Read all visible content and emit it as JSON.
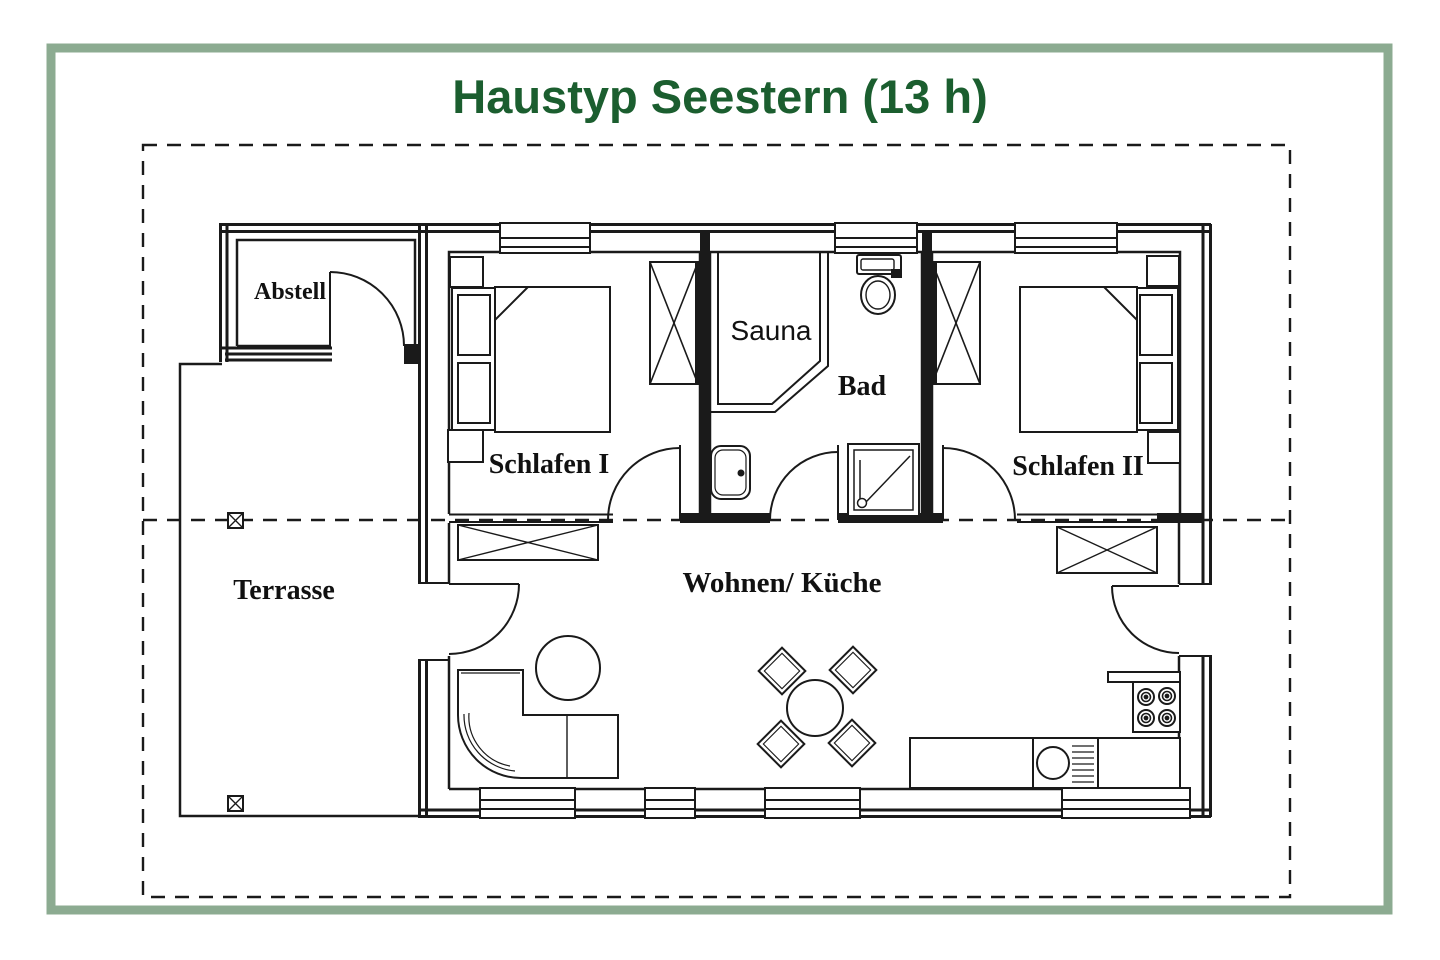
{
  "title": "Haustyp Seestern (13 h)",
  "labels": {
    "abstell": "Abstell",
    "schlafen1": "Schlafen I",
    "sauna": "Sauna",
    "bad": "Bad",
    "schlafen2": "Schlafen II",
    "terrasse": "Terrasse",
    "wohnen_kueche": "Wohnen/ Küche"
  },
  "colors": {
    "frame_green": "#8cab91",
    "title_green": "#1b5e2f",
    "line": "#1a1a1a",
    "background": "#ffffff"
  }
}
